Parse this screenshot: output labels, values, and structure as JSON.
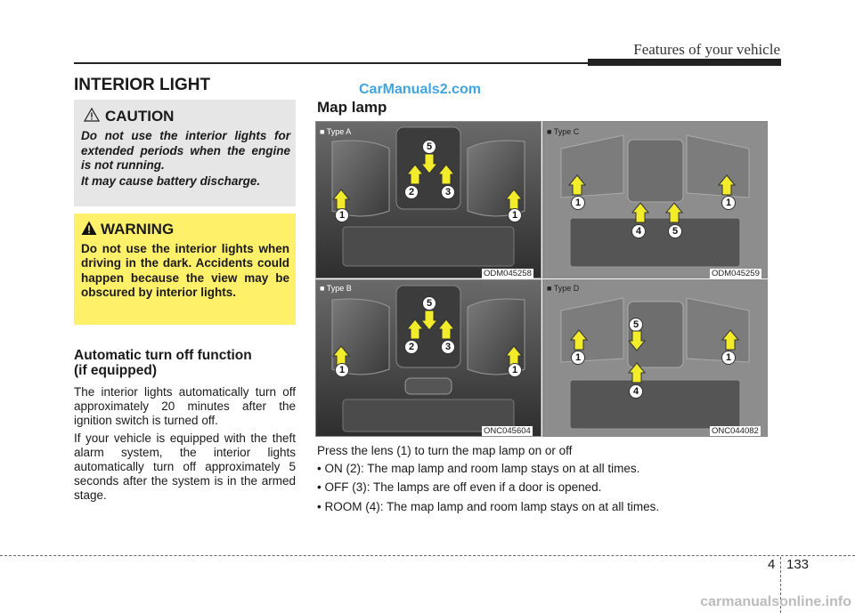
{
  "header": {
    "chapter_title": "Features of your vehicle"
  },
  "section_title": "INTERIOR LIGHT",
  "watermark": "CarManuals2.com",
  "caution": {
    "title": "CAUTION",
    "text1": "Do not use the interior lights for extended periods when the engine is not running.",
    "text2": "It may cause battery discharge."
  },
  "warning": {
    "title": "WARNING",
    "text": "Do not use the interior lights when driving in the dark. Accidents could happen because the view may be obscured by interior lights."
  },
  "auto_off": {
    "heading_line1": "Automatic turn off function",
    "heading_line2": "(if equipped)",
    "para1": "The interior lights automatically turn off approximately 20 minutes after the ignition switch is turned off.",
    "para2": "If your vehicle is equipped with the theft alarm system, the interior lights automatically turn off approximately 5 seconds after the system is in the armed stage."
  },
  "map_lamp": {
    "title": "Map lamp",
    "images": [
      {
        "type_label": "■ Type A",
        "code": "ODM045258"
      },
      {
        "type_label": "■ Type C",
        "code": "ODM045259"
      },
      {
        "type_label": "■ Type B",
        "code": "ONC045604"
      },
      {
        "type_label": "■ Type D",
        "code": "ONC044082"
      }
    ],
    "callouts": {
      "n1": "1",
      "n2": "2",
      "n3": "3",
      "n4": "4",
      "n5": "5"
    },
    "desc_intro": "Press the lens (1) to turn the map lamp on or off",
    "bullets": [
      "• ON (2): The map lamp and room lamp stays on at all times.",
      "• OFF (3): The lamps are off even if a door is opened.",
      "• ROOM (4): The map lamp and room lamp stays on at all times."
    ]
  },
  "footer": {
    "chapter": "4",
    "page": "133",
    "watermark": "carmanualsonline.info"
  },
  "colors": {
    "warning_bg": "#fff06a",
    "caution_bg": "#e6e6e6",
    "arrow": "#f2ec2a",
    "watermark": "#2b9be0"
  }
}
